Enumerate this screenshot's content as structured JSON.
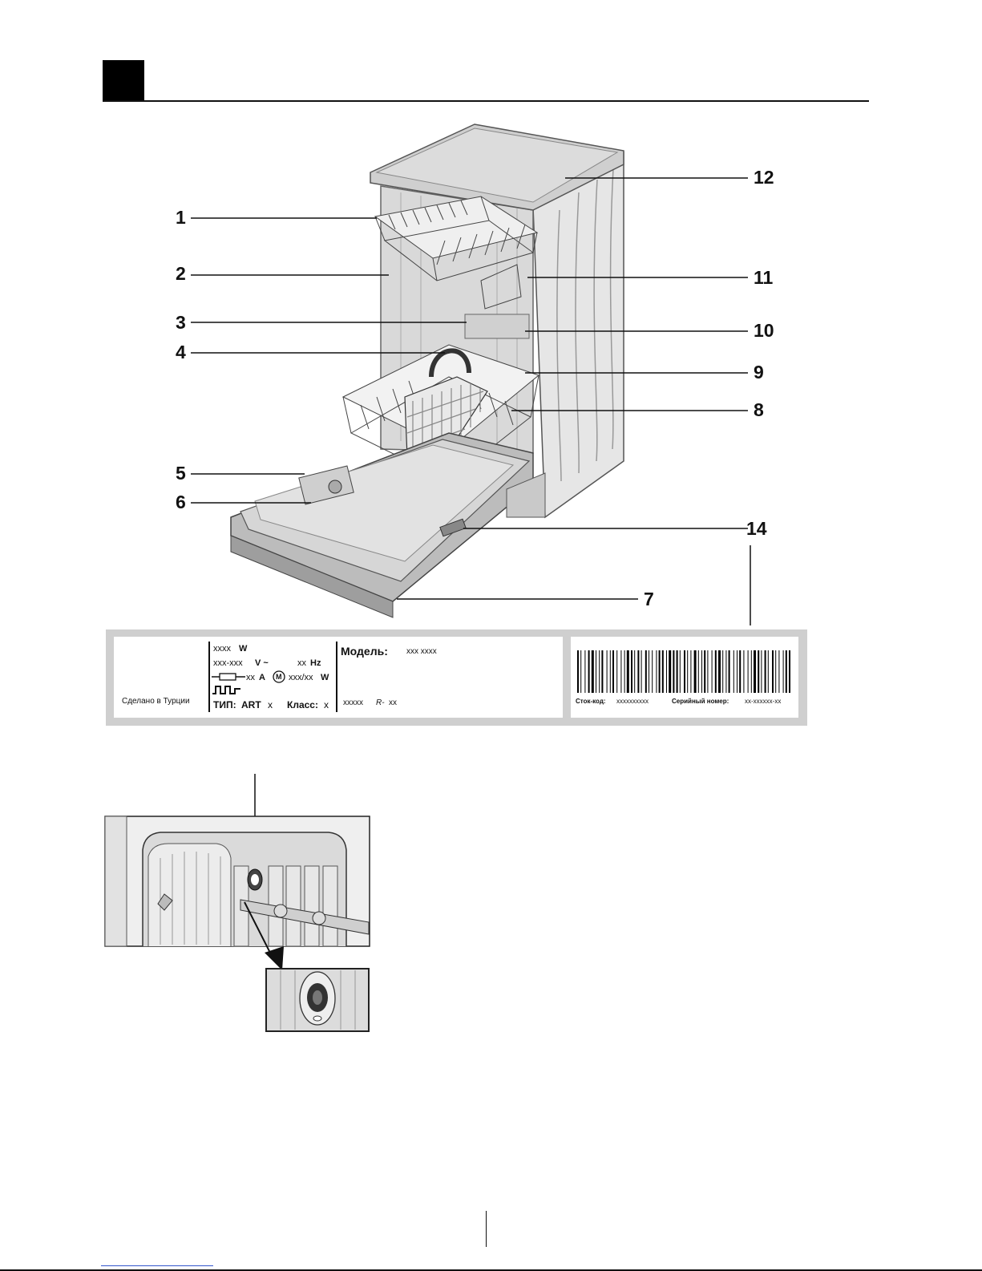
{
  "callouts": {
    "c1": "1",
    "c2": "2",
    "c3": "3",
    "c4": "4",
    "c5": "5",
    "c6": "6",
    "c7": "7",
    "c8": "8",
    "c9": "9",
    "c10": "10",
    "c11": "11",
    "c12": "12",
    "c14": "14"
  },
  "rating_plate": {
    "power": "xxxx",
    "power_unit": "W",
    "voltage": "xxx-xxx",
    "voltage_unit": "V ~",
    "frequency": "xx",
    "frequency_unit": "Hz",
    "current": "xx",
    "current_unit": "A",
    "motor_symbol": "M",
    "motor_power": "xxx/xx",
    "motor_power_unit": "W",
    "made_in": "Сделано в Турции",
    "type_label": "ТИП:",
    "type_value": "ART",
    "type_code": "x",
    "class_label": "Класс:",
    "class_value": "x",
    "model_label": "Модель:",
    "model_value": "xxx xxxx",
    "serial_prefix": "xxxxx",
    "serial_mark": "R-",
    "serial_suffix": "xx",
    "stock_code_label": "Сток-код:",
    "stock_code_value": "xxxxxxxxxx",
    "serial_number_label": "Серийный номер:",
    "serial_number_value": "xx-xxxxxx-xx"
  }
}
